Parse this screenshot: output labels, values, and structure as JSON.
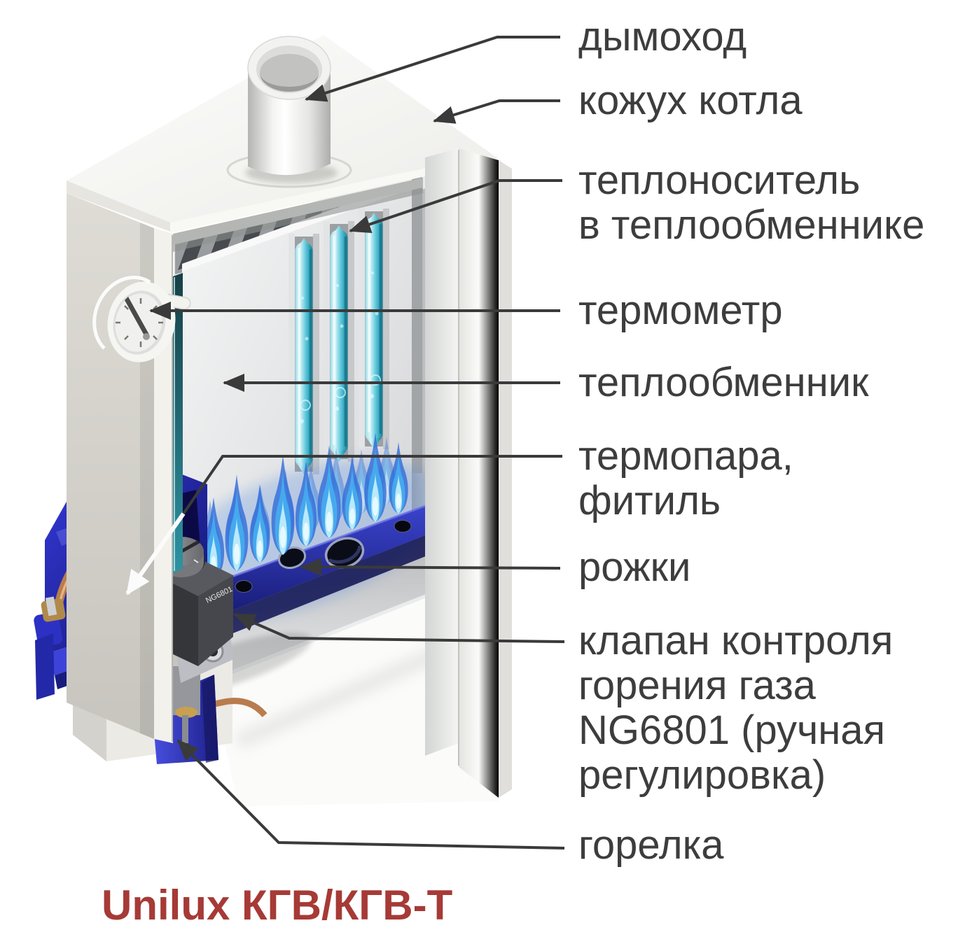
{
  "title": {
    "text": "Unilux КГВ/КГВ-Т",
    "color": "#a63a36"
  },
  "labels": [
    {
      "id": "chimney",
      "text": "дымоход"
    },
    {
      "id": "casing",
      "text": "кожух котла"
    },
    {
      "id": "coolant",
      "text": "теплоноситель\nв теплообменнике"
    },
    {
      "id": "thermometer",
      "text": "термометр"
    },
    {
      "id": "heat-exchanger",
      "text": "теплообменник"
    },
    {
      "id": "thermocouple",
      "text": "термопара,\nфитиль"
    },
    {
      "id": "burner-horns",
      "text": "рожки"
    },
    {
      "id": "gas-valve",
      "text": "клапан контроля\nгорения газа\nNG6801 (ручная\nрегулировка)"
    },
    {
      "id": "burner",
      "text": "горелка"
    }
  ],
  "valve_marking": "NG6801",
  "colors": {
    "label_text": "#3d3d3d",
    "leader_line": "#3a3a3a",
    "title_red": "#a63a36",
    "flame_blue": "#2f6bd8",
    "flame_core": "#b9e9fb",
    "coolant_cyan": "#5fc4da",
    "burner_blue": "#2a2fc0",
    "casing_white": "#f6f6f2",
    "valve_gray": "#46474c"
  }
}
